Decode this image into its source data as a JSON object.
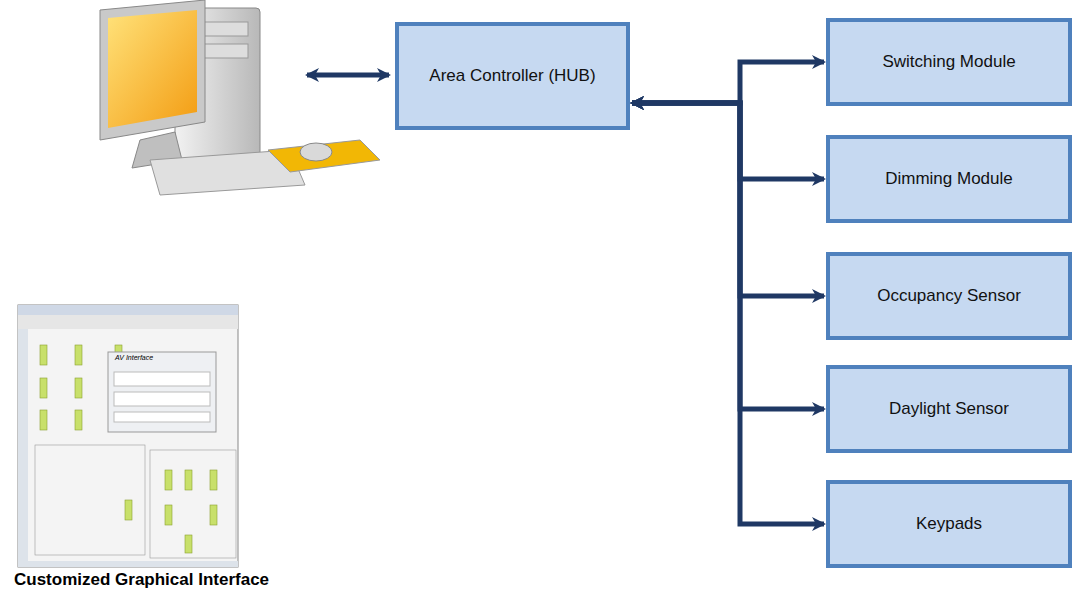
{
  "diagram": {
    "nodes": [
      {
        "text": [
          "Area Controller (HUB)"
        ]
      },
      {
        "text": [
          "Switching Module"
        ]
      },
      {
        "text": [
          "Dimming Module"
        ]
      },
      {
        "text": [
          "Occupancy Sensor"
        ]
      },
      {
        "text": [
          "Daylight Sensor"
        ]
      },
      {
        "text": [
          "Keypads"
        ]
      }
    ],
    "edges": [
      {
        "from": 0,
        "to": 1,
        "arrow": "both"
      },
      {
        "from": 0,
        "to": 2,
        "arrow": "both"
      },
      {
        "from": 0,
        "to": 3,
        "arrow": "both"
      },
      {
        "from": 0,
        "to": 4,
        "arrow": "both"
      },
      {
        "from": 0,
        "to": 5,
        "arrow": "both"
      }
    ],
    "labels": [
      "AV Interface",
      "Customized Graphical Interface"
    ]
  }
}
